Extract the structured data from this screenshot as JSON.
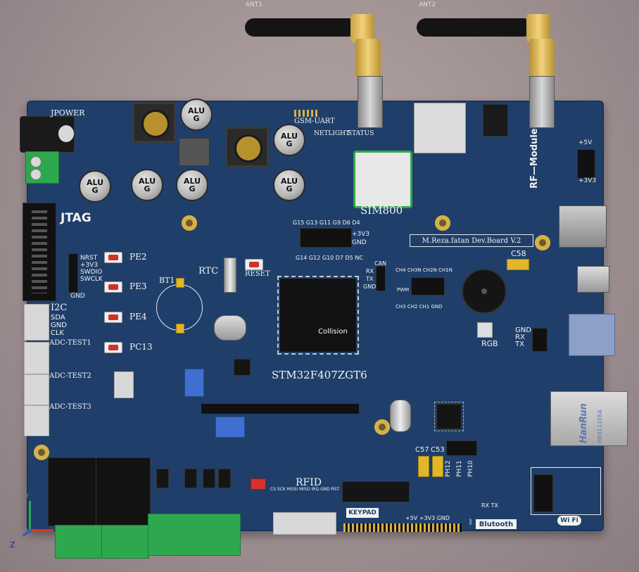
{
  "board": {
    "power_label": "JPOWER",
    "jtag_label": "JTAG",
    "i2c_label": "I2C",
    "i2c_pins": [
      "SDA",
      "GND",
      "CLK"
    ],
    "adc_labels": [
      "ADC-TEST1",
      "ADC-TEST2",
      "ADC-TEST3"
    ],
    "swd_pins": [
      "NRST",
      "+3V3",
      "SWDIO",
      "SWCLK",
      "GND"
    ],
    "pe_labels": [
      "PE2",
      "PE3",
      "PE4",
      "PC13"
    ],
    "bt_label": "BT1",
    "rtc_label": "RTC",
    "reset_label": "RESET",
    "mcu_label": "STM32F407ZGT6",
    "collision_label": "Collision",
    "gsm_uart_label": "GSM-UART",
    "netlight_label": "NETLIGHT",
    "status_label": "STATUS",
    "sim_label": "SIM800",
    "rf_label": "RF—Module",
    "p5v_label": "+5V",
    "p3v3_label": "+3V3",
    "dev_board_label": "M.Reza.fatan Dev.Board  V.2",
    "c58_label": "C58",
    "gpio_top": "G15 G13 G11 G9 D6 D4",
    "gpio_bottom": "G14 G12 G10 D7 D5 NC",
    "gpio_side": [
      "+3V3",
      "GND"
    ],
    "can_pins": [
      "CAN",
      "RX",
      "TX",
      "GND"
    ],
    "pwm_label": "PWM",
    "pwm_top": "CH4 CH3N CH2N CH1N",
    "pwm_bottom": "CH3 CH2   CH1  GND",
    "rgb_label": "RGB",
    "uart_pins": [
      "GND",
      "RX",
      "TX"
    ],
    "hanrun_label": "HanRun",
    "hanrun_part": "HR911105A",
    "rfid_label": "RFID",
    "rfid_pins": "CS SCK MOSI MISO IRQ GND RST",
    "keypad_label": "KEYPAD",
    "bottom_header": "+5V      +3V3        GND",
    "bluetooth_label": "Blutooth",
    "bt_pins": "RX TX",
    "wifi_label": "Wi Fi",
    "c57_label": "C57",
    "c53_label": "C53",
    "ph_labels": [
      "PH12",
      "PH11",
      "PH10"
    ],
    "alu_label": "ALU\nG",
    "axis": {
      "y": "Y",
      "z": "Z"
    },
    "antenna_labels": [
      "ANT1",
      "ANT2"
    ]
  }
}
